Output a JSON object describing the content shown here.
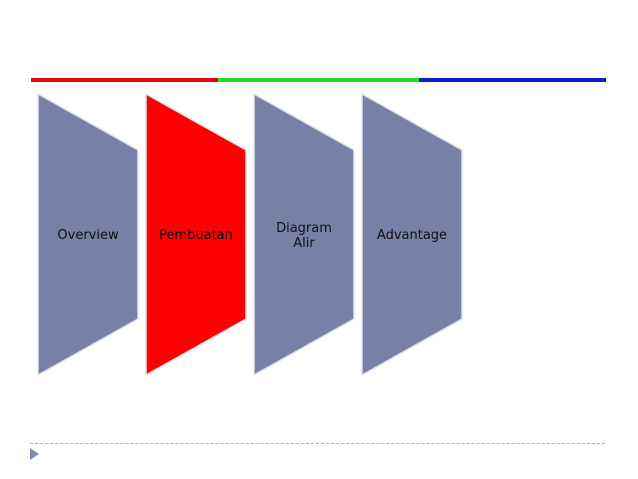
{
  "header": {
    "bar_colors": [
      "#e30613",
      "#22e01f",
      "#0a1fd0"
    ]
  },
  "shapes": [
    {
      "label": "Overview",
      "color": "#7880a8",
      "active": false
    },
    {
      "label": "Pembuatan",
      "color": "#ff0000",
      "active": true
    },
    {
      "label": "Diagram\nAlir",
      "color": "#7880a8",
      "active": false
    },
    {
      "label": "Advantage",
      "color": "#7880a8",
      "active": false
    }
  ],
  "footer": {
    "arrow_icon": "triangle-right-icon"
  }
}
